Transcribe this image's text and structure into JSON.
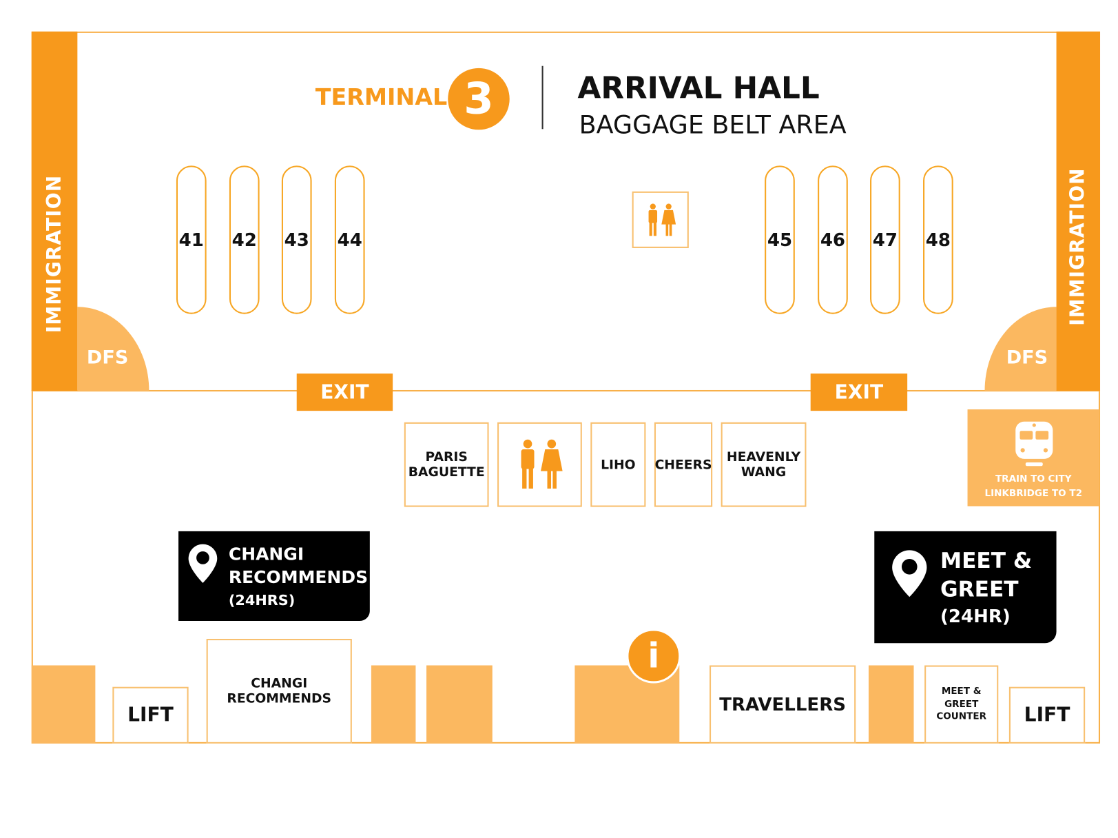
{
  "header": {
    "terminal_label": "TERMINAL",
    "terminal_number": "3",
    "title": "ARRIVAL HALL",
    "subtitle": "BAGGAGE BELT AREA"
  },
  "immigration": {
    "left": "IMMIGRATION",
    "right": "IMMIGRATION"
  },
  "dfs": {
    "left": "DFS",
    "right": "DFS"
  },
  "belts_left": [
    "41",
    "42",
    "43",
    "44"
  ],
  "belts_right": [
    "45",
    "46",
    "47",
    "48"
  ],
  "exits": [
    "EXIT",
    "EXIT"
  ],
  "shops": {
    "paris": "PARIS BAGUETTE",
    "liho": "LIHO",
    "cheers": "CHEERS",
    "heavenly": "HEAVENLY WANG"
  },
  "train": {
    "line1": "TRAIN TO CITY",
    "line2": "LINKBRIDGE TO T2"
  },
  "changi_callout": {
    "line1": "CHANGI",
    "line2": "RECOMMENDS",
    "line3": "(24HRS)"
  },
  "meet_callout": {
    "line1": "MEET &",
    "line2": "GREET",
    "line3": "(24HR)"
  },
  "bottom": {
    "lift_left": "LIFT",
    "changi": "CHANGI RECOMMENDS",
    "info": "i",
    "travellers": "TRAVELLERS",
    "meet_counter": "MEET & GREET COUNTER",
    "lift_right": "LIFT"
  },
  "colors": {
    "orange": "#f7991c",
    "light_orange": "#fbb860",
    "border": "#f8b04a"
  }
}
